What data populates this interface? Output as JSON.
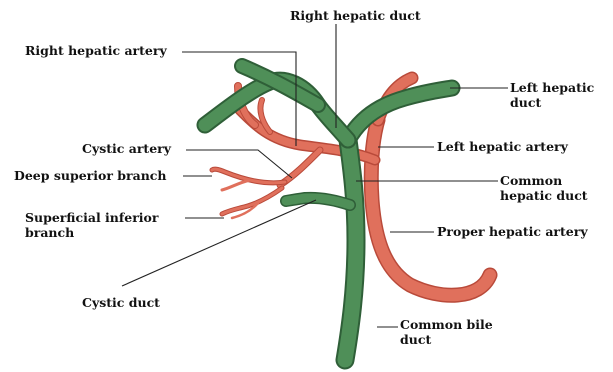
{
  "labels": {
    "right_hepatic_duct": "Right hepatic duct",
    "right_hepatic_artery": "Right hepatic artery",
    "left_hepatic_duct_line1": "Left hepatic",
    "left_hepatic_duct_line2": "duct",
    "cystic_artery": "Cystic artery",
    "left_hepatic_artery": "Left hepatic artery",
    "deep_superior_branch": "Deep superior branch",
    "common_hepatic_duct_line1": "Common",
    "common_hepatic_duct_line2": "hepatic duct",
    "superficial_inferior_branch_line1": "Superficial inferior",
    "superficial_inferior_branch_line2": "branch",
    "proper_hepatic_artery": "Proper hepatic artery",
    "cystic_duct": "Cystic duct",
    "common_bile_duct_line1": "Common bile",
    "common_bile_duct_line2": "duct"
  },
  "colors": {
    "duct_green": "#4f8f58",
    "duct_edge": "#2f5f38",
    "artery_red": "#e0705c",
    "artery_edge": "#b94a3a",
    "leader_line": "#222222"
  }
}
